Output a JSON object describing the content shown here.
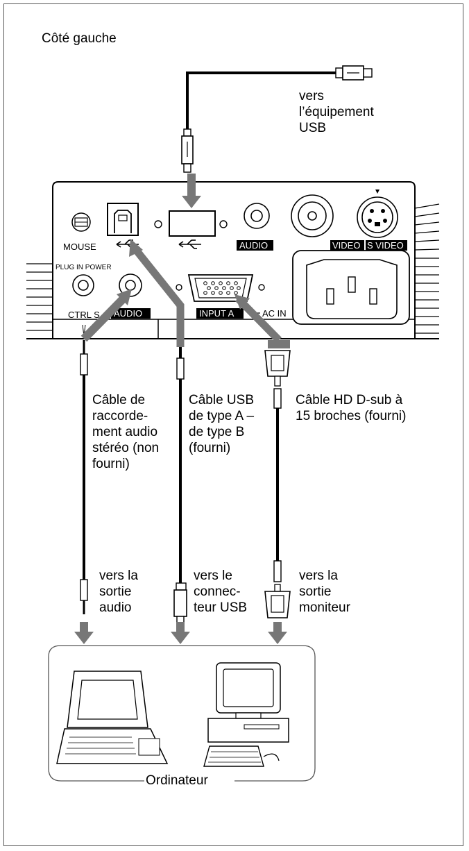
{
  "section_title": "Côté gauche",
  "callouts": {
    "usb_equipment": "vers\nl’équipement\nUSB",
    "audio_cable": "Câble de\nraccorde-\nment audio\nstéréo (non\nfourni)",
    "usb_cable": "Câble USB\nde type A –\nde type B\n(fourni)",
    "hd_cable": "Câble HD D-sub à\n15 broches (fourni)",
    "to_audio_out": "vers la\nsortie\naudio",
    "to_usb_connector": "vers le\nconnec-\nteur USB",
    "to_monitor_out": "vers la\nsortie\nmoniteur"
  },
  "panel_labels": {
    "mouse": "MOUSE",
    "audio_top": "AUDIO",
    "video": "VIDEO",
    "s_video": "S VIDEO",
    "plug_in_power": "PLUG IN POWER",
    "ctrl_s": "CTRL S",
    "audio_bottom": "AUDIO",
    "input_a": "INPUT A",
    "ac_in": "AC IN"
  },
  "computer_group_label": "Ordinateur"
}
